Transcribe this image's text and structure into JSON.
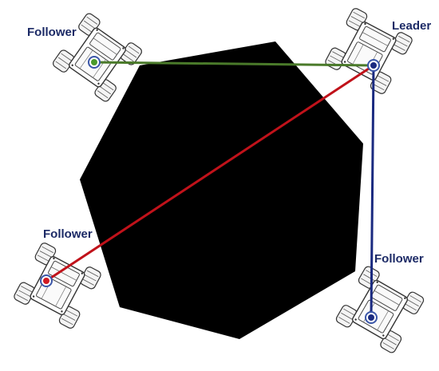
{
  "labels": {
    "follower_top_left": "Follower",
    "leader": "Leader",
    "follower_bottom_left": "Follower",
    "follower_bottom_right": "Follower"
  },
  "colors": {
    "obstacle": "#000000",
    "link_green": "#4a7a2a",
    "link_red": "#c0121a",
    "link_blue": "#1a2a80",
    "marker_ring": "#3a56a8",
    "text": "#1c2a66"
  }
}
